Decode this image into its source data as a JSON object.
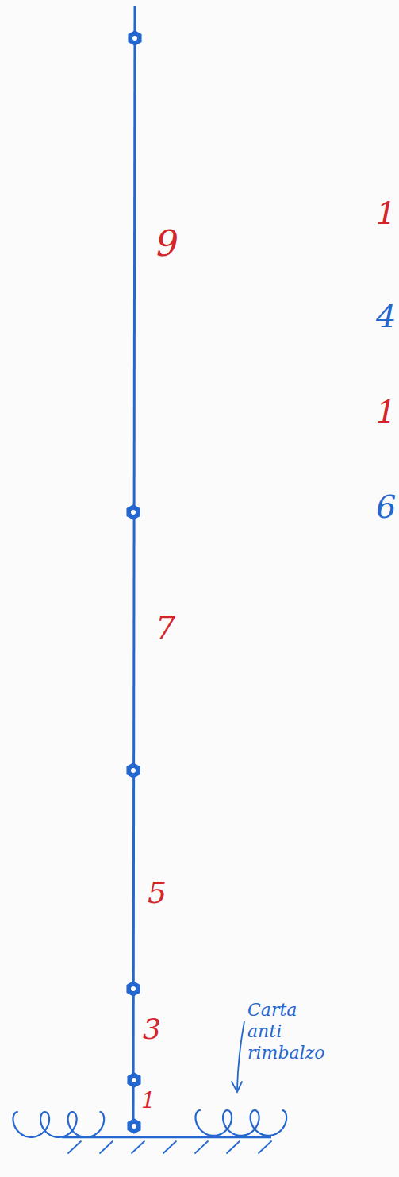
{
  "diagram": {
    "labels": [
      "9",
      "7",
      "5",
      "3",
      "1",
      "Carta anti rimbalzo",
      "1",
      "4",
      "1",
      "6"
    ]
  }
}
